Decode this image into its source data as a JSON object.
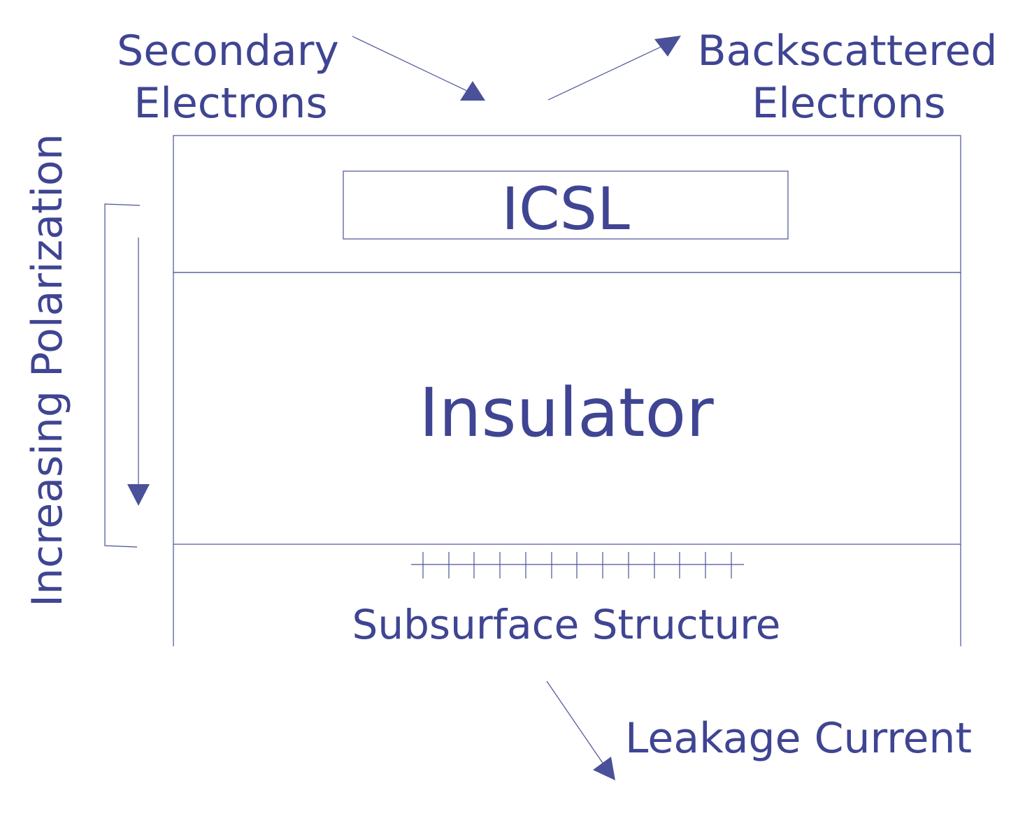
{
  "colors": {
    "ink": "#3f4592",
    "line": "#4a5199"
  },
  "labels": {
    "secondary_line1": "Secondary",
    "secondary_line2": "Electrons",
    "backscattered_line1": "Backscattered",
    "backscattered_line2": "Electrons",
    "icsl": "ICSL",
    "insulator": "Insulator",
    "subsurface": "Subsurface Structure",
    "leakage": "Leakage Current",
    "polarization": "Increasing Polarization"
  }
}
